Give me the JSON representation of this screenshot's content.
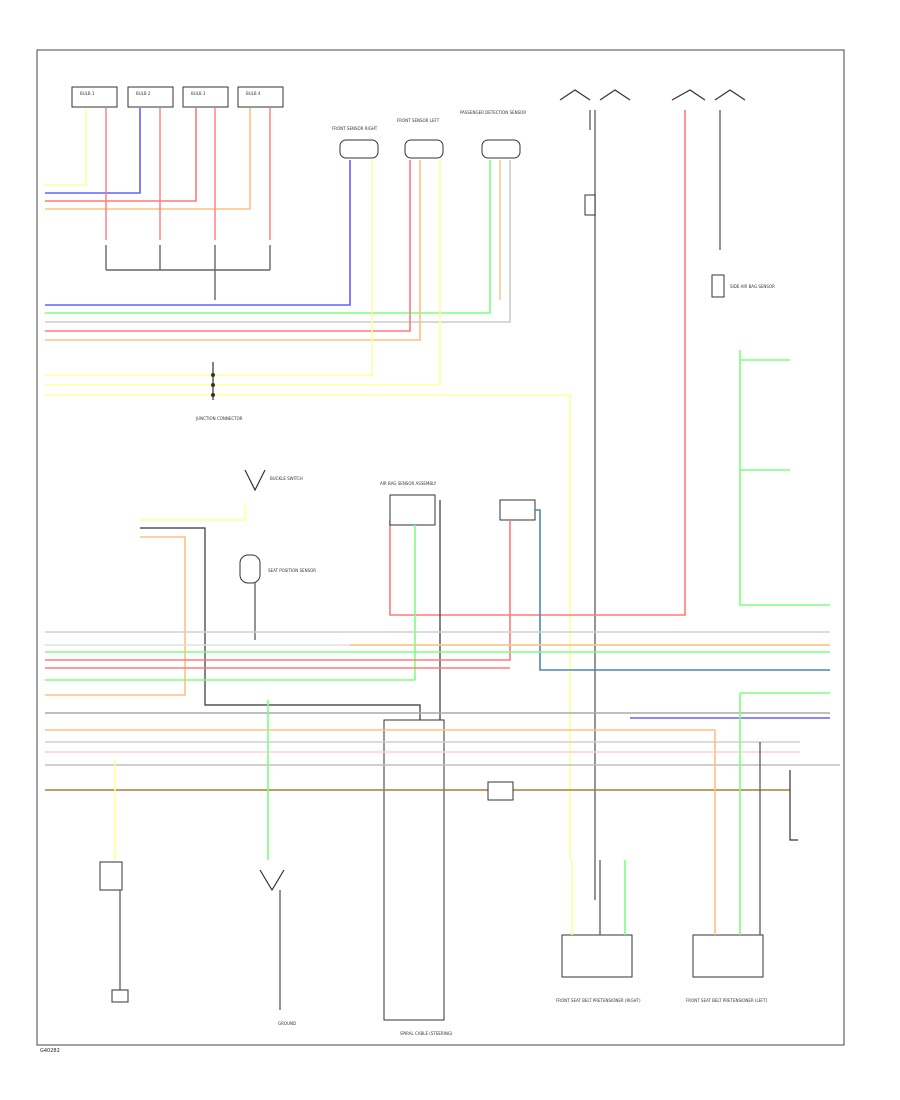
{
  "colors": {
    "yellow": "#ffff99",
    "blue": "#6060ff",
    "pink": "#ff7a7a",
    "orange": "#ffc080",
    "green": "#7dff7d",
    "teal": "#4f86b0",
    "lt_gray": "#d0d0d0",
    "brown": "#b07a3a",
    "dark": "#333333",
    "gray": "#777777"
  },
  "footer": {
    "code": "G40282"
  },
  "lamps_top": [
    {
      "label": "BULB 1"
    },
    {
      "label": "BULB 2"
    },
    {
      "label": "BULB 3"
    },
    {
      "label": "BULB 4"
    }
  ],
  "components": {
    "junction_block": "JUNCTION CONNECTOR",
    "igniter_center": "AIR BAG SENSOR ASSEMBLY",
    "front_sensor_r": "FRONT SENSOR RIGHT",
    "front_sensor_l": "FRONT SENSOR LEFT",
    "passenger_sensor": "PASSENGER DETECTION SENSOR",
    "spiral_cable": "SPIRAL CABLE (STEERING)",
    "front_seatbelt_r": "FRONT SEAT BELT PRETENSIONER (RIGHT)",
    "front_seatbelt_l": "FRONT SEAT BELT PRETENSIONER (LEFT)",
    "seat_position": "SEAT POSITION SENSOR",
    "buckle_switch": "BUCKLE SWITCH",
    "side_sensor": "SIDE AIR BAG SENSOR",
    "ground": "GROUND"
  }
}
